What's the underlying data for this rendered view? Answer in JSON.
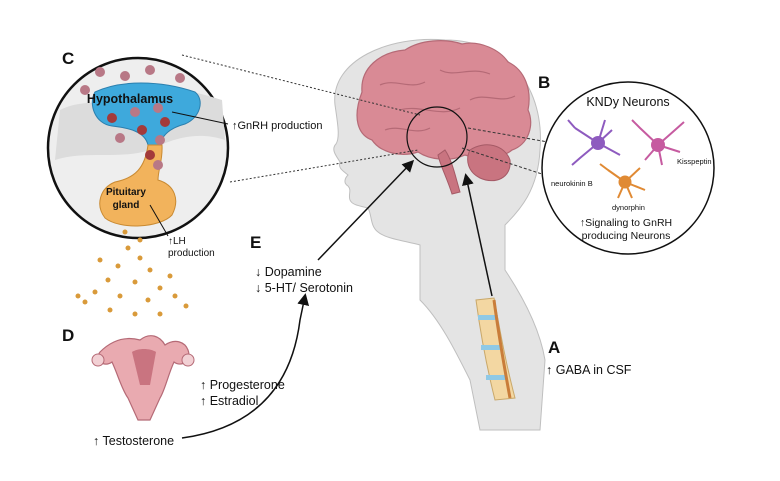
{
  "panels": {
    "a": "A",
    "b": "B",
    "c": "C",
    "d": "D",
    "e": "E"
  },
  "labels": {
    "hypothalamus": "Hypothalamus",
    "pituitary_line1": "Pituitary",
    "pituitary_line2": "gland",
    "gnrh": "↑GnRH production",
    "lh_line1": "↑LH",
    "lh_line2": "production",
    "kndy_title": "KNDy Neurons",
    "kisspeptin": "Kisspeptin",
    "neurokinin": "neurokinin B",
    "dynorphin": "dynorphin",
    "signal_line1": "↑Signaling to GnRH",
    "signal_line2": "producing Neurons",
    "dopamine": "↓ Dopamine",
    "serotonin": "↓ 5-HT/ Serotonin",
    "progesterone": "↑ Progesterone",
    "estradiol": "↑ Estradiol",
    "testosterone": "↑ Testosterone",
    "gaba": "↑ GABA in CSF"
  },
  "colors": {
    "hypothalamus": "#3ea9dc",
    "pituitary": "#f2b35c",
    "brain": "#d98a95",
    "skin": "#e4e4e4",
    "uterus": "#e9aab0",
    "neuron_purple": "#8e5bbf",
    "neuron_pink": "#c65ba0",
    "neuron_orange": "#e08a34"
  }
}
